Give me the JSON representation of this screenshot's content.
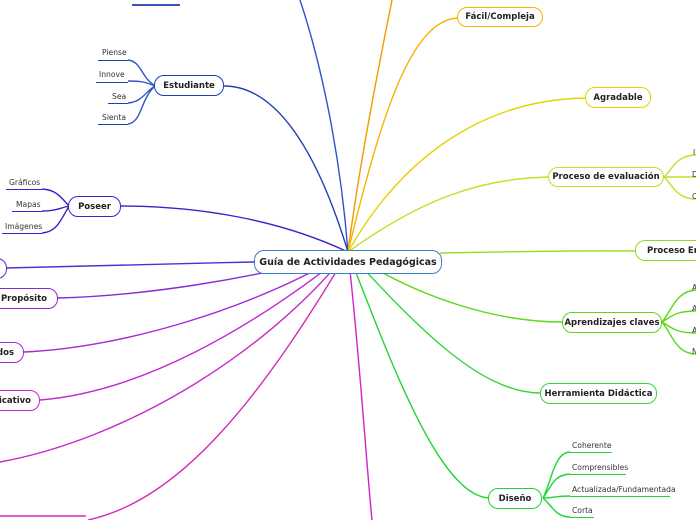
{
  "center": {
    "label": "Guía de Actividades Pedagógicas",
    "color": "#3a7fc6"
  },
  "branches": {
    "facil": {
      "label": "Fácil/Compleja",
      "color": "#f6b400"
    },
    "agradable": {
      "label": "Agradable",
      "color": "#e3d400"
    },
    "evaluacion": {
      "label": "Proceso de evaluación",
      "color": "#c8dc28"
    },
    "ensenanza": {
      "label": "Proceso Ense",
      "color": "#8fdc1a"
    },
    "aprendizajes": {
      "label": "Aprendizajes claves",
      "color": "#5ada14"
    },
    "herramienta": {
      "label": "Herramienta Didáctica",
      "color": "#34d63a"
    },
    "diseno": {
      "label": "Diseño",
      "color": "#22d433",
      "leaves": [
        "Coherente",
        "Comprensibles",
        "Actualizada/Fundamentada",
        "Corta"
      ]
    },
    "estudiante": {
      "label": "Estudiante",
      "color": "#1f3fb3",
      "leaves": [
        "Piense",
        "Innove",
        "Sea",
        "Sienta"
      ]
    },
    "poseer": {
      "label": "Poseer",
      "color": "#3626c8",
      "leaves": [
        "Gráficos",
        "Mapas",
        "Imágenes"
      ]
    },
    "proposito": {
      "label": "Propósito",
      "color": "#8a28d8"
    },
    "dos": {
      "label": "dos",
      "color": "#a42ad6"
    },
    "icativo": {
      "label": "icativo",
      "color": "#c02ad0"
    }
  },
  "partial_leaf_letters": {
    "evaluacion": [
      "I",
      "D",
      "C"
    ],
    "aprendizajes": [
      "A",
      "A",
      "A",
      "N"
    ]
  }
}
